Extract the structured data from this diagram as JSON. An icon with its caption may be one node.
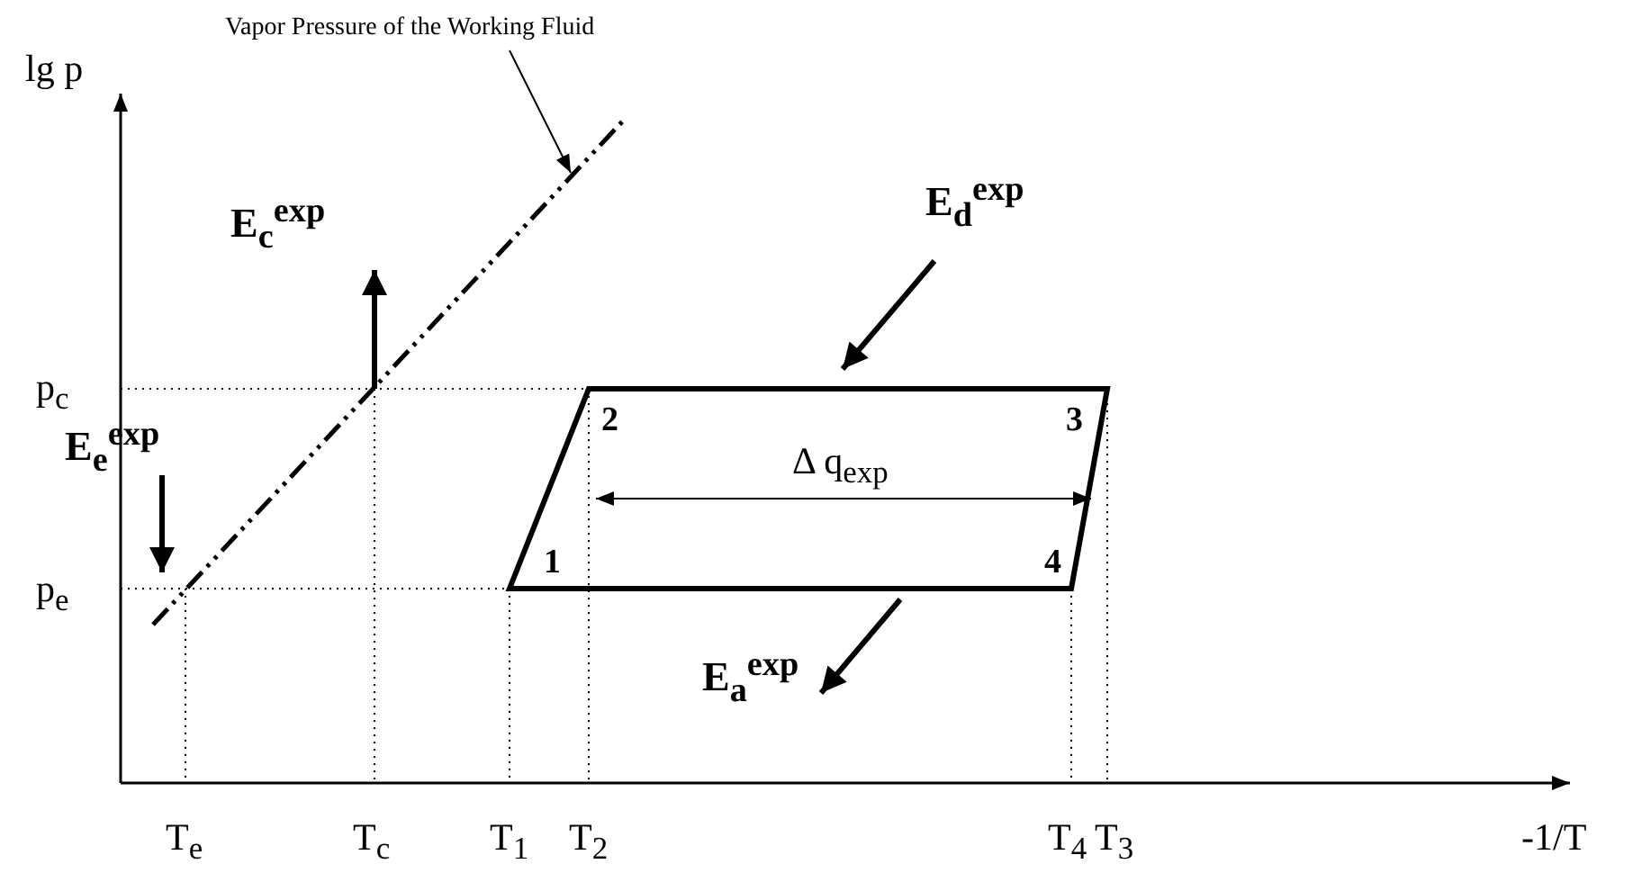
{
  "diagram": {
    "nodes": [
      {
        "text": [
          "Vapor Pressure of the Working Fluid"
        ]
      },
      {
        "text": [],
        "shape": "line"
      }
    ],
    "edges": [
      {
        "from": 0,
        "to": 1,
        "arrow": "to"
      }
    ],
    "labels": [
      "lg p",
      "E$_{c}$$^{exp}$",
      "E$_{d}$$^{exp}$",
      "p$_{c}$",
      "2",
      "3",
      "E$_{e}$$^{exp}$",
      "Δ q$_{exp}$",
      "1",
      "4",
      "p$_{e}$",
      "E$_{a}$$^{exp}$",
      "T$_{e}$",
      "T$_{c}$",
      "T$_{1}$",
      "T$_{2}$",
      "T$_{4}$",
      "T$_{3}$",
      "-1/T"
    ]
  }
}
